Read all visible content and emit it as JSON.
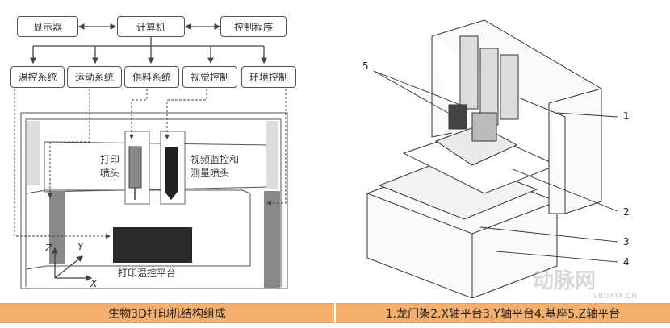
{
  "left_diagram": {
    "top_row": [
      "显示器",
      "计算机",
      "控制程序"
    ],
    "subsystems": [
      "温控系统",
      "运动系统",
      "供料系统",
      "视觉控制",
      "环境控制"
    ],
    "print_head": "打印\n喷头",
    "print_head_lines": [
      "打印",
      "喷头"
    ],
    "camera_head_lines": [
      "视频监控和",
      "测量喷头"
    ],
    "platform": "打印温控平台",
    "axes": {
      "z": "Z",
      "y": "Y",
      "x": "X"
    }
  },
  "right_diagram": {
    "callouts": [
      "1",
      "2",
      "3",
      "4",
      "5"
    ]
  },
  "captions": {
    "left": "生物3D打印机结构组成",
    "right": "1.龙门架2.X轴平台3.Y轴平台4.基座5.Z轴平台"
  },
  "watermark": {
    "text": "动脉网",
    "sub": "VBDATA.CN"
  }
}
